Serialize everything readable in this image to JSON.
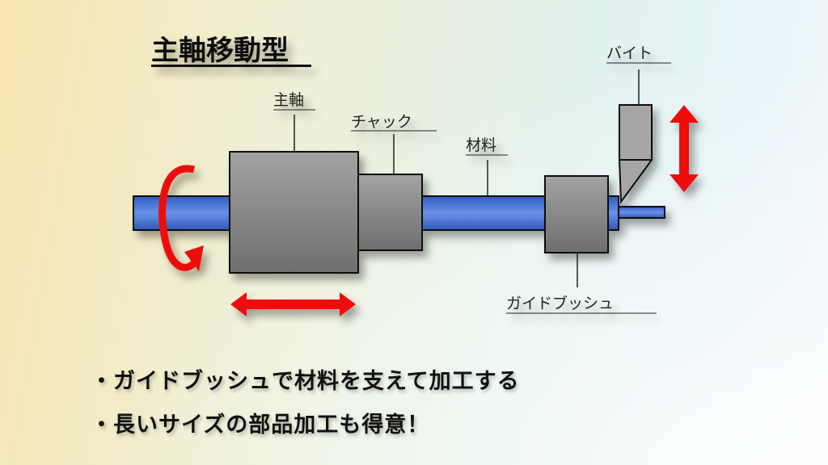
{
  "title": "主軸移動型",
  "labels": {
    "spindle": "主軸",
    "chuck": "チャック",
    "material": "材料",
    "tool": "バイト",
    "guide_bush": "ガイドブッシュ"
  },
  "bullets": [
    "・ガイドブッシュで材料を支えて加工する",
    "・長いサイズの部品加工も得意！"
  ],
  "colors": {
    "bar": "#3f6fd0",
    "machine": "#8a8a8a",
    "arrow": "#ee1111",
    "tool": "#a8a6a4"
  }
}
